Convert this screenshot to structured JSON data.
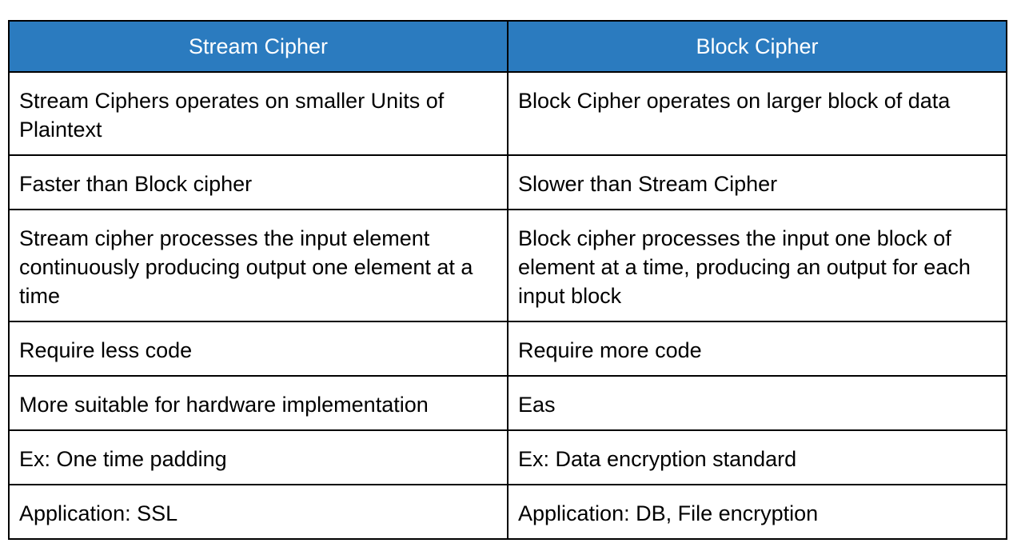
{
  "table": {
    "header_bg": "#2b7bbf",
    "headers": [
      "Stream Cipher",
      "Block Cipher"
    ],
    "rows": [
      [
        "Stream Ciphers operates on smaller Units of Plaintext",
        "Block Cipher operates on larger block of data"
      ],
      [
        "Faster than Block cipher",
        "Slower than Stream Cipher"
      ],
      [
        "Stream cipher processes the input element continuously producing output one element at a time",
        "Block cipher processes the input one block of element at a time, producing an output for each input block"
      ],
      [
        "Require less code",
        "Require more code"
      ],
      [
        "More suitable for hardware implementation",
        "Eas"
      ],
      [
        "Ex: One time padding",
        "Ex: Data encryption standard"
      ],
      [
        "Application: SSL",
        "Application: DB, File encryption"
      ]
    ]
  }
}
